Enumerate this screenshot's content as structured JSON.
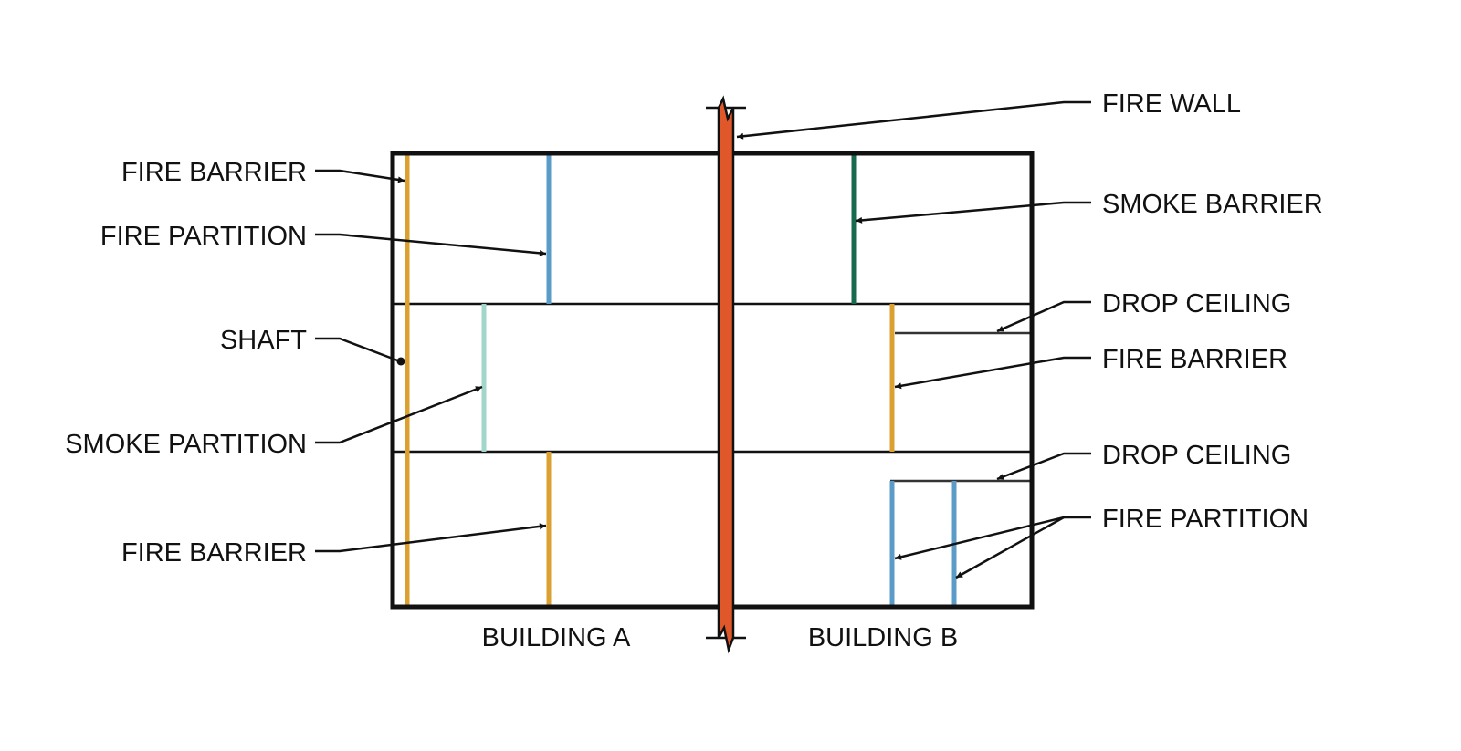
{
  "labels_left": {
    "fire_barrier_top": "FIRE BARRIER",
    "fire_partition": "FIRE PARTITION",
    "shaft": "SHAFT",
    "smoke_partition": "SMOKE PARTITION",
    "fire_barrier_bottom": "FIRE BARRIER"
  },
  "labels_right": {
    "fire_wall": "FIRE WALL",
    "smoke_barrier": "SMOKE BARRIER",
    "drop_ceiling_1": "DROP CEILING",
    "fire_barrier": "FIRE BARRIER",
    "drop_ceiling_2": "DROP CEILING",
    "fire_partition": "FIRE PARTITION"
  },
  "buildings": {
    "a": "BUILDING A",
    "b": "BUILDING B"
  },
  "colors": {
    "fire_wall": "#E0582A",
    "fire_barrier": "#DBA02F",
    "fire_partition": "#5B9BC8",
    "smoke_partition": "#A3D6CA",
    "smoke_barrier": "#17694F",
    "outline": "#111111"
  }
}
